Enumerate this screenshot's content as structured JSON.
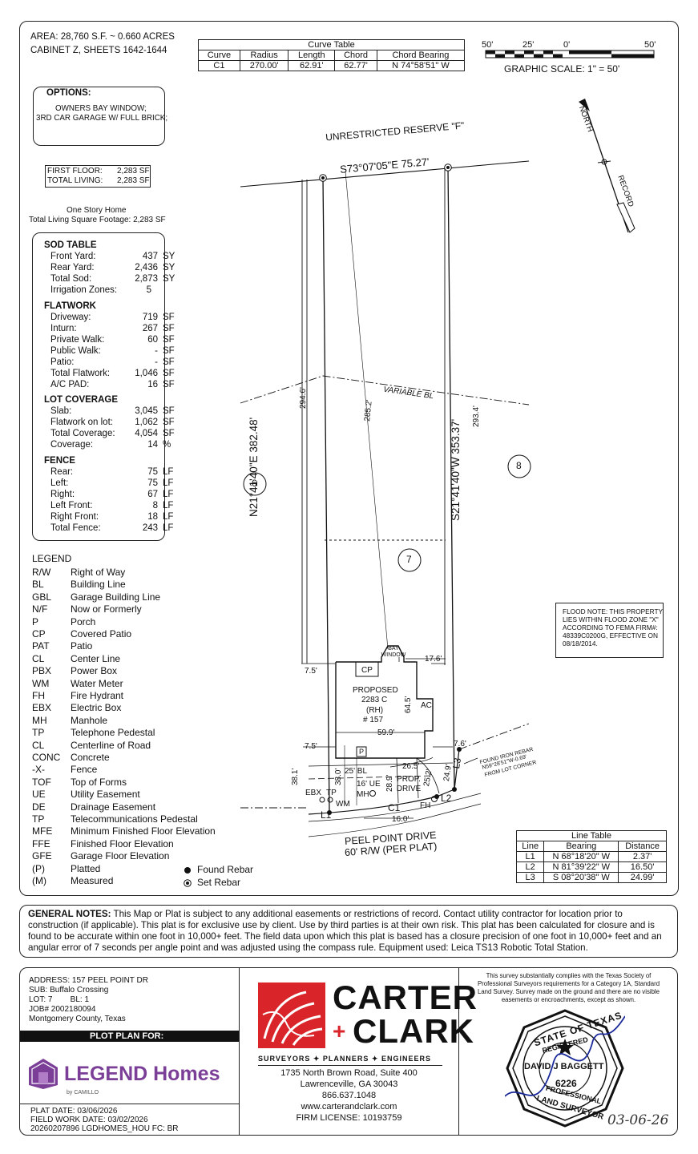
{
  "header": {
    "area": "AREA: 28,760 S.F. ~ 0.660 ACRES",
    "cabinet": "CABINET Z, SHEETS 1642-1644"
  },
  "curve_table": {
    "title": "Curve Table",
    "columns": [
      "Curve",
      "Radius",
      "Length",
      "Chord",
      "Chord Bearing"
    ],
    "rows": [
      [
        "C1",
        "270.00'",
        "62.91'",
        "62.77'",
        "N 74°58'51\" W"
      ]
    ]
  },
  "scale": {
    "labels": [
      "50'",
      "25'",
      "0'",
      "50'"
    ],
    "caption": "GRAPHIC SCALE: 1\" = 50'"
  },
  "north": {
    "north_label": "NORTH",
    "record_label": "RECORD"
  },
  "options": {
    "title": "OPTIONS:",
    "lines": [
      "OWNERS BAY WINDOW;",
      "3RD CAR GARAGE W/ FULL BRICK;"
    ]
  },
  "living": {
    "rows": [
      [
        "FIRST FLOOR:",
        "2,283 SF"
      ],
      [
        "TOTAL LIVING:",
        "2,283 SF"
      ]
    ],
    "home_type": "One Story Home",
    "total_label": "Total Living Square Footage: 2,283 SF"
  },
  "sod_table": {
    "sod_title": "SOD TABLE",
    "sod_rows": [
      [
        "Front Yard:",
        "437",
        "SY"
      ],
      [
        "Rear Yard:",
        "2,436",
        "SY"
      ],
      [
        "Total Sod:",
        "2,873",
        "SY"
      ],
      [
        "Irrigation Zones:",
        "5",
        ""
      ]
    ],
    "flatwork_title": "FLATWORK",
    "flatwork_rows": [
      [
        "Driveway:",
        "719",
        "SF"
      ],
      [
        "Inturn:",
        "267",
        "SF"
      ],
      [
        "Private Walk:",
        "60",
        "SF"
      ],
      [
        "Public Walk:",
        "-",
        "SF"
      ],
      [
        "Patio:",
        "-",
        "SF"
      ],
      [
        "Total Flatwork:",
        "1,046",
        "SF"
      ],
      [
        "A/C PAD:",
        "16",
        "SF"
      ]
    ],
    "coverage_title": "LOT COVERAGE",
    "coverage_rows": [
      [
        "Slab:",
        "3,045",
        "SF"
      ],
      [
        "Flatwork on lot:",
        "1,062",
        "SF"
      ],
      [
        "Total Coverage:",
        "4,054",
        "SF"
      ],
      [
        "Coverage:",
        "14",
        "%"
      ]
    ],
    "fence_title": "FENCE",
    "fence_rows": [
      [
        "Rear:",
        "75",
        "LF"
      ],
      [
        "Left:",
        "75",
        "LF"
      ],
      [
        "Right:",
        "67",
        "LF"
      ],
      [
        "Left Front:",
        "8",
        "LF"
      ],
      [
        "Right Front:",
        "18",
        "LF"
      ],
      [
        "Total Fence:",
        "243",
        "LF"
      ]
    ]
  },
  "legend": {
    "title": "LEGEND",
    "items": [
      [
        "R/W",
        "Right of Way"
      ],
      [
        "BL",
        "Building Line"
      ],
      [
        "GBL",
        "Garage Building Line"
      ],
      [
        "N/F",
        "Now or Formerly"
      ],
      [
        "P",
        "Porch"
      ],
      [
        "CP",
        "Covered Patio"
      ],
      [
        "PAT",
        "Patio"
      ],
      [
        "CL",
        "Center Line"
      ],
      [
        "PBX",
        "Power Box"
      ],
      [
        "WM",
        "Water Meter"
      ],
      [
        "FH",
        "Fire Hydrant"
      ],
      [
        "EBX",
        "Electric Box"
      ],
      [
        "MH",
        "Manhole"
      ],
      [
        "TP",
        "Telephone Pedestal"
      ],
      [
        "CL",
        "Centerline of Road"
      ],
      [
        "CONC",
        "Concrete"
      ],
      [
        "-X-",
        "Fence"
      ],
      [
        "TOF",
        "Top of Forms"
      ],
      [
        "UE",
        "Utility Easement"
      ],
      [
        "DE",
        "Drainage Easement"
      ],
      [
        "TP",
        "Telecommunications Pedestal"
      ],
      [
        "MFE",
        "Minimum Finished Floor Elevation"
      ],
      [
        "FFE",
        "Finished Floor Elevation"
      ],
      [
        "GFE",
        "Garage Floor Elevation"
      ],
      [
        "(P)",
        "Platted"
      ],
      [
        "(M)",
        "Measured"
      ]
    ],
    "found_rebar": "Found Rebar",
    "set_rebar": "Set Rebar"
  },
  "plat": {
    "reserve": "UNRESTRICTED RESERVE \"F\"",
    "rear_bearing": "S73°07'05\"E 75.27'",
    "variable_bl": "VARIABLE BL",
    "left_bearing": "N21°41'40\"E 382.48'",
    "right_bearing": "S21°41'40\"W 353.37'",
    "dim_294": "294.6'",
    "dim_285": "285.2'",
    "dim_293": "293.4'",
    "lot_left": "6",
    "lot_main": "7",
    "lot_right": "8",
    "bay_window": "BAY WINDOW",
    "cp": "CP",
    "proposed": "PROPOSED",
    "plan_code": "2283 C",
    "rh": "(RH)",
    "plan_num": "# 157",
    "dim_645": "64.5'",
    "ac": "AC",
    "dim_599": "59.9'",
    "dim_75a": "7.5'",
    "dim_176": "17.6'",
    "dim_75b": "7.5'",
    "dim_76": "7.6'",
    "porch": "P",
    "dim_265": "26.5'",
    "bl25": "25' BL",
    "ue16": "16' UE",
    "mh": "MH",
    "dim_381": "38.1'",
    "dim_380": "38.0'",
    "dim_289": "28.9'",
    "dim_252": "25.2'",
    "prop_drive": "PROP. DRIVE",
    "dim_249": "24.9'",
    "ebx": "EBX",
    "tp": "TP",
    "wm": "WM",
    "l1": "L1",
    "c1": "C1",
    "fh": "FH",
    "l2": "L2",
    "l3": "L3",
    "dim_160": "16.0'",
    "rebar_note": [
      "FOUND IRON REBAR",
      "N59°28'51\"W-0.69'",
      "FROM LOT CORNER"
    ],
    "street": "PEEL POINT DRIVE",
    "row": "60' R/W (PER PLAT)"
  },
  "flood_note": [
    "FLOOD NOTE: THIS PROPERTY",
    "LIES WITHIN FLOOD ZONE \"X\"",
    "ACCORDING TO FEMA FIRM#:",
    "48339C0200G, EFFECTIVE ON",
    "08/18/2014."
  ],
  "line_table": {
    "title": "Line Table",
    "columns": [
      "Line",
      "Bearing",
      "Distance"
    ],
    "rows": [
      [
        "L1",
        "N 68°18'20\" W",
        "2.37'"
      ],
      [
        "L2",
        "N 81°39'22\" W",
        "16.50'"
      ],
      [
        "L3",
        "S 08°20'38\" W",
        "24.99'"
      ]
    ]
  },
  "general_notes": {
    "label": "GENERAL NOTES:",
    "text": " This Map or Plat is subject to any additional easements or restrictions of record. Contact utility contractor for location prior to construction (if applicable). This plat is for exclusive use by client. Use by third parties is at their own risk. This plat has been calculated for closure and is found to be accurate within one foot in 10,000+ feet. The field data upon which this plat is based has a closure precision of one foot in 10,000+ feet and an angular error of 7 seconds per angle point and was adjusted using the compass rule. Equipment used: Leica TS13 Robotic Total Station."
  },
  "address_block": {
    "lines": [
      "ADDRESS: 157 PEEL POINT DR",
      "SUB: Buffalo Crossing",
      "LOT: 7        BL: 1",
      "JOB# 2002180094",
      "Montgomery County,  Texas"
    ],
    "plot_plan_for": "PLOT PLAN FOR:",
    "client_brand": "LEGEND Homes",
    "client_sub": "by CAMILLO",
    "dates": [
      "PLAT DATE:  03/06/2026",
      "FIELD WORK DATE:  03/02/2026",
      "20260207896  LGDHOMES_HOU  FC: BR"
    ]
  },
  "company": {
    "name_top": "CARTER",
    "name_bottom": "CLARK",
    "tagline": "SURVEYORS ✦ PLANNERS ✦ ENGINEERS",
    "address_lines": [
      "1735 North Brown Road, Suite 400",
      "Lawrenceville, GA 30043",
      "866.637.1048",
      "www.carterandclark.com",
      "FIRM LICENSE: 10193759"
    ]
  },
  "seal": {
    "compliance": [
      "This survey substantially complies with the Texas Society of",
      "Professional Surveyors requirements for a Category 1A, Standard",
      "Land Survey. Survey made on the ground and there are no visible",
      "easements or encroachments, except as shown."
    ],
    "state": "STATE OF TEXAS",
    "registered": "REGISTERED",
    "surveyor_name": "DAVID J BAGGETT",
    "license": "6226",
    "professional": "PROFESSIONAL",
    "land_surveyor": "LAND SURVEYOR",
    "signed_date": "03-06-26"
  },
  "colors": {
    "brand_red": "#d9252a",
    "legend_purple": "#7b3f98"
  }
}
